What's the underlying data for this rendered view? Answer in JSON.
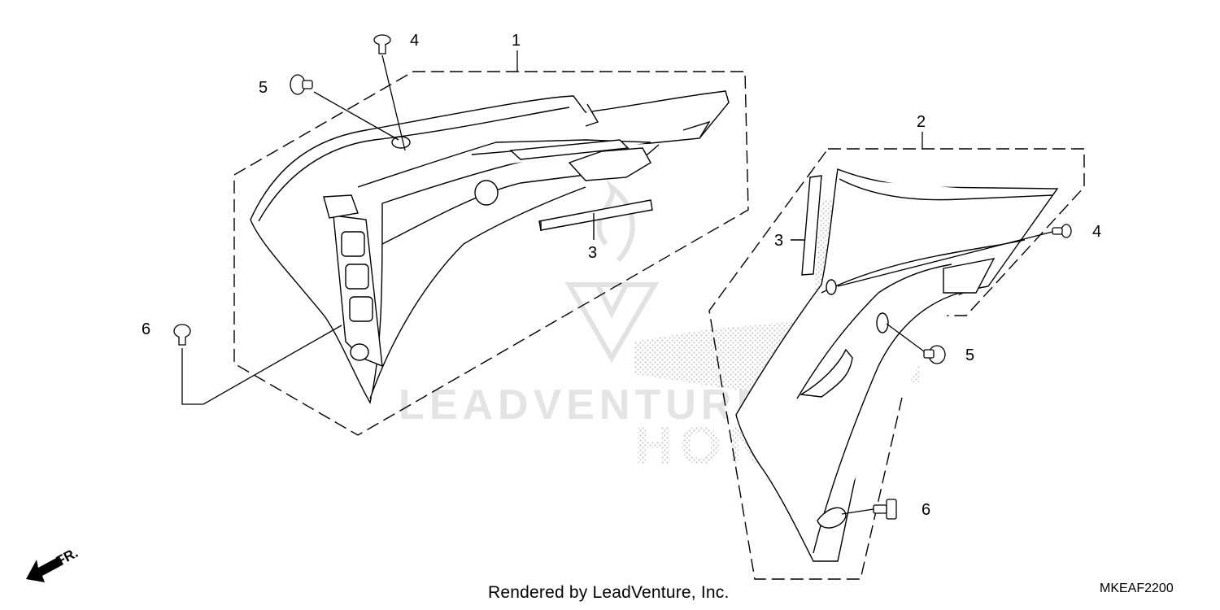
{
  "callouts": {
    "c1": "1",
    "c2": "2",
    "c3a": "3",
    "c3b": "3",
    "c4a": "4",
    "c4b": "4",
    "c5a": "5",
    "c5b": "5",
    "c6a": "6",
    "c6b": "6"
  },
  "direction_label": "FR.",
  "watermark": {
    "leadventure_text": "LEADVENTURE",
    "honda_text": "HONDA"
  },
  "footer": {
    "credit": "Rendered by LeadVenture, Inc.",
    "diagram_code": "MKEAF2200"
  }
}
